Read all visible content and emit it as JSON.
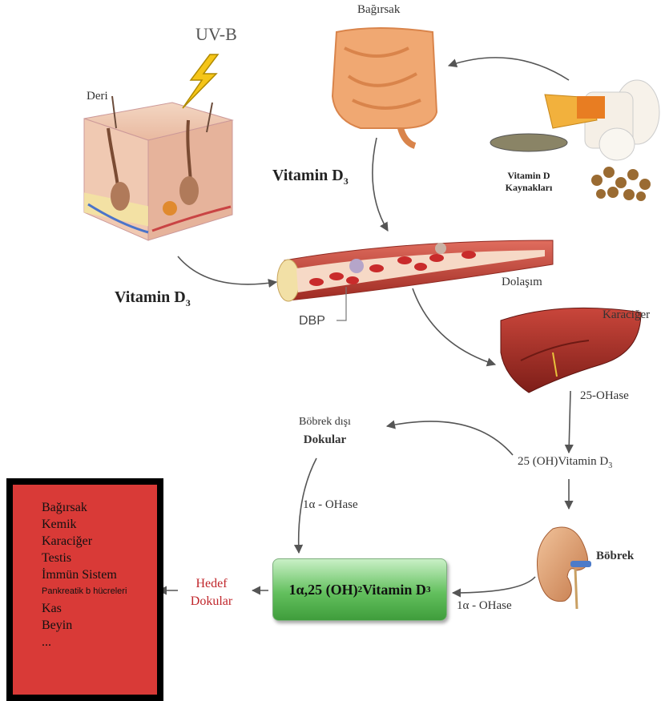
{
  "labels": {
    "uvb": "UV-B",
    "deri": "Deri",
    "bagirsak": "Bağırsak",
    "vitamin_d_sources_1": "Vitamin D",
    "vitamin_d_sources_2": "Kaynakları",
    "vitamin_d3_top_main": "Vitamin D",
    "vitamin_d3_top_sub": "3",
    "vitamin_d3_left_main": "Vitamin D",
    "vitamin_d3_left_sub": "3",
    "dbp": "DBP",
    "dolasim": "Dolaşım",
    "karaciger": "Karaciğer",
    "ohase25": "25-OHase",
    "vit25_main": "25 (OH)Vitamin D",
    "vit25_sub": "3",
    "bobrek_disi_1": "Böbrek dışı",
    "bobrek_disi_2": "Dokular",
    "ohase1a_left": "1α - OHase",
    "bobrek": "Böbrek",
    "ohase1a_right": "1α - OHase",
    "final_part1": "1α,25 (OH)",
    "final_sub1": "2",
    "final_part2": " Vitamin D",
    "final_sub2": "3",
    "hedef_1": "Hedef",
    "hedef_2": "Dokular"
  },
  "target_tissues": [
    "Bağırsak",
    "Kemik",
    "Karaciğer",
    "Testis",
    "İmmün Sistem",
    "Pankreatik b hücreleri",
    "Kas",
    "Beyin",
    "..."
  ],
  "colors": {
    "target_box_fill": "#d93a37",
    "target_box_border": "#000000",
    "final_box_green": "#63c05e",
    "hedef_text": "#c0262b",
    "intestine": "#f0a872",
    "liver": "#a8322a",
    "vessel": "#c9483e"
  }
}
